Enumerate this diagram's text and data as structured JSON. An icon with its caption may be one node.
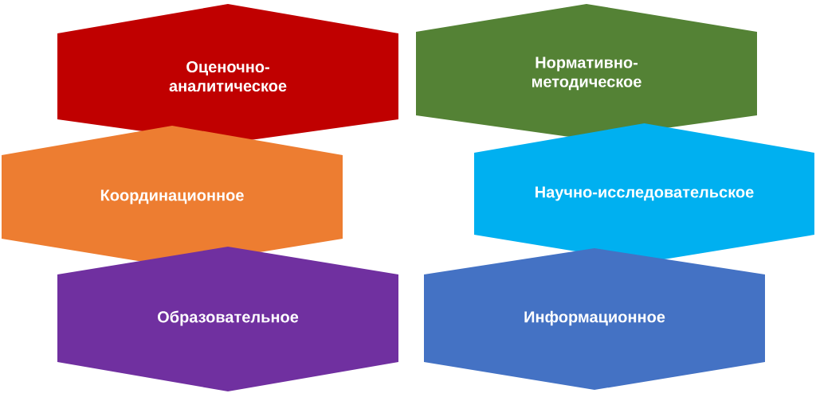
{
  "diagram": {
    "nodes": [
      {
        "text": [
          "Оценочно-аналитическое"
        ]
      },
      {
        "text": [
          "Нормативно-методическое"
        ]
      },
      {
        "text": [
          "Координационное"
        ]
      },
      {
        "text": [
          "Научно-исследовательское"
        ]
      },
      {
        "text": [
          "Образовательное"
        ]
      },
      {
        "text": [
          "Информационное"
        ]
      }
    ]
  }
}
